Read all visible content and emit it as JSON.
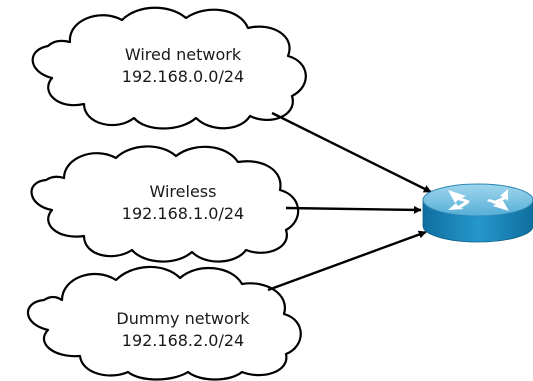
{
  "networks": [
    {
      "name": "Wired network",
      "subnet": "192.168.0.0/24"
    },
    {
      "name": "Wireless",
      "subnet": "192.168.1.0/24"
    },
    {
      "name": "Dummy network",
      "subnet": "192.168.2.0/24"
    }
  ],
  "router": {
    "icon": "router-icon",
    "colors": {
      "top": "#7fc6e3",
      "body": "#1d8cc3",
      "rim": "#126a9a",
      "arrows": "#ffffff"
    }
  },
  "colors": {
    "stroke": "#000000",
    "text": "#1a1a1a",
    "background": "#ffffff"
  }
}
